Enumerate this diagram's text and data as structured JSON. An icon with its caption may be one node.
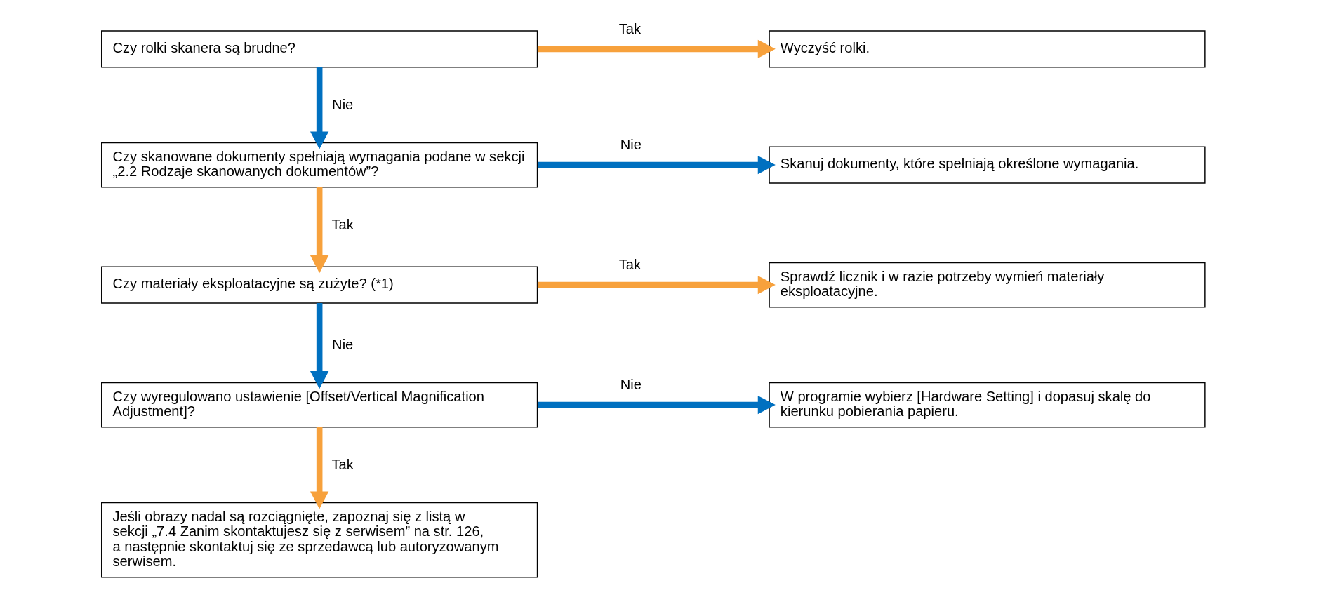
{
  "diagram": {
    "nodes": [
      {
        "text": [
          "Czy rolki skanera są brudne?"
        ]
      },
      {
        "text": [
          "Wyczyść rolki."
        ]
      },
      {
        "text": [
          "Czy skanowane dokumenty spełniają wymagania podane w sekcji „2.2 Rodzaje skanowanych dokumentów”?"
        ]
      },
      {
        "text": [
          "Skanuj dokumenty, które spełniają określone wymagania."
        ]
      },
      {
        "text": [
          "Czy materiały eksploatacyjne są zużyte? (*1)"
        ]
      },
      {
        "text": [
          "Sprawdź licznik i w razie potrzeby wymień materiały eksploatacyjne."
        ]
      },
      {
        "text": [
          "Czy wyregulowano ustawienie [Offset/Vertical Magnification Adjustment]?"
        ]
      },
      {
        "text": [
          "W programie wybierz [Hardware Setting] i dopasuj skalę do kierunku pobierania papieru."
        ]
      },
      {
        "text": [
          "Jeśli obrazy nadal są rozciągnięte, zapoznaj się z listą w sekcji „7.4 Zanim skontaktujesz się z serwisem” na str. 126, a następnie skontaktuj się ze sprzedawcą lub autoryzowanym serwisem."
        ]
      }
    ],
    "edges": [
      {
        "from": 0,
        "to": 1,
        "arrow": "to",
        "label": "Tak",
        "color": "#f7a13c"
      },
      {
        "from": 0,
        "to": 2,
        "arrow": "to",
        "label": "Nie",
        "color": "#0070c0"
      },
      {
        "from": 2,
        "to": 3,
        "arrow": "to",
        "label": "Nie",
        "color": "#0070c0"
      },
      {
        "from": 2,
        "to": 4,
        "arrow": "to",
        "label": "Tak",
        "color": "#f7a13c"
      },
      {
        "from": 4,
        "to": 5,
        "arrow": "to",
        "label": "Tak",
        "color": "#f7a13c"
      },
      {
        "from": 4,
        "to": 6,
        "arrow": "to",
        "label": "Nie",
        "color": "#0070c0"
      },
      {
        "from": 6,
        "to": 7,
        "arrow": "to",
        "label": "Nie",
        "color": "#0070c0"
      },
      {
        "from": 6,
        "to": 8,
        "arrow": "to",
        "label": "Tak",
        "color": "#f7a13c"
      }
    ]
  }
}
